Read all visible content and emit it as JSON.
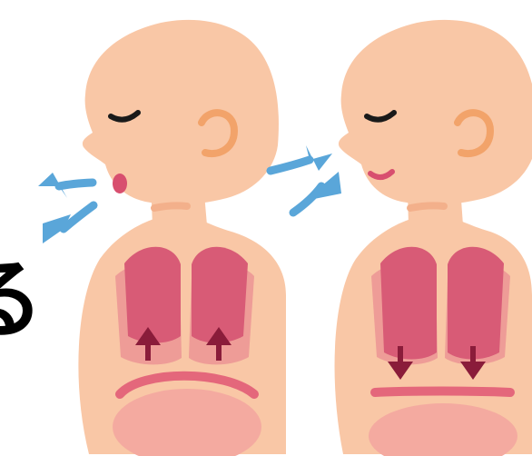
{
  "visible_text": {
    "clipped_character": "る"
  },
  "figures": [
    {
      "id": "exhale",
      "mouth": "open",
      "air_direction": "out",
      "diaphragm": "up",
      "lung_arrows": "up"
    },
    {
      "id": "inhale",
      "mouth": "closed",
      "air_direction": "in",
      "diaphragm": "down",
      "lung_arrows": "down"
    }
  ],
  "colors": {
    "skin": "#f9c7a6",
    "ear": "#f2a36a",
    "neck_line": "#f3b08b",
    "lungs": "#d85b76",
    "lungs_shadow": "#e98d92",
    "diaphragm": "#e4677b",
    "stomach": "#f4aaa0",
    "arrows_air": "#5aa6d9",
    "arrows_lung": "#8a1c3a",
    "mouth": "#d84f6f",
    "eyes": "#1a1a1a"
  }
}
